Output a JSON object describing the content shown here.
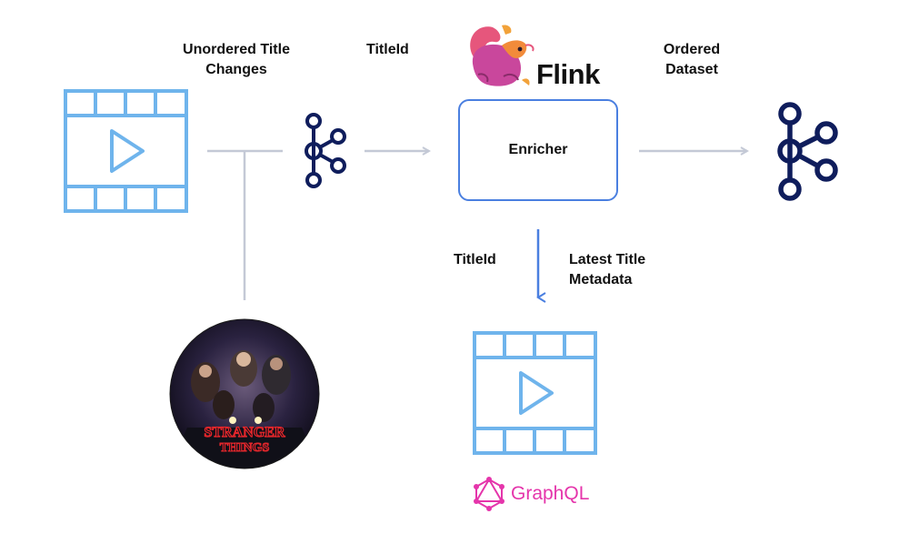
{
  "labels": {
    "unordered_line1": "Unordered Title",
    "unordered_line2": "Changes",
    "titleid_top": "TitleId",
    "ordered_line1": "Ordered",
    "ordered_line2": "Dataset",
    "titleid_bottom": "TitleId",
    "latest_line1": "Latest Title",
    "latest_line2": "Metadata"
  },
  "enricher": {
    "label": "Enricher"
  },
  "flink": {
    "label": "Flink"
  },
  "graphql": {
    "label": "GraphQL"
  },
  "poster": {
    "title_line1": "STRANGER",
    "title_line2": "THINGS"
  },
  "icons": {
    "film_source": "film-play-icon",
    "kafka_left": "kafka-icon",
    "kafka_right": "kafka-icon",
    "flink_logo": "flink-squirrel-icon",
    "film_graphql": "film-play-icon",
    "graphql_logo": "graphql-icon",
    "poster": "stranger-things-poster"
  },
  "colors": {
    "film": "#6fb4ec",
    "kafka": "#0f1d5c",
    "connector": "#c4c9d6",
    "accent_blue": "#4a7fe0",
    "graphql": "#e535ab",
    "text": "#111111"
  }
}
